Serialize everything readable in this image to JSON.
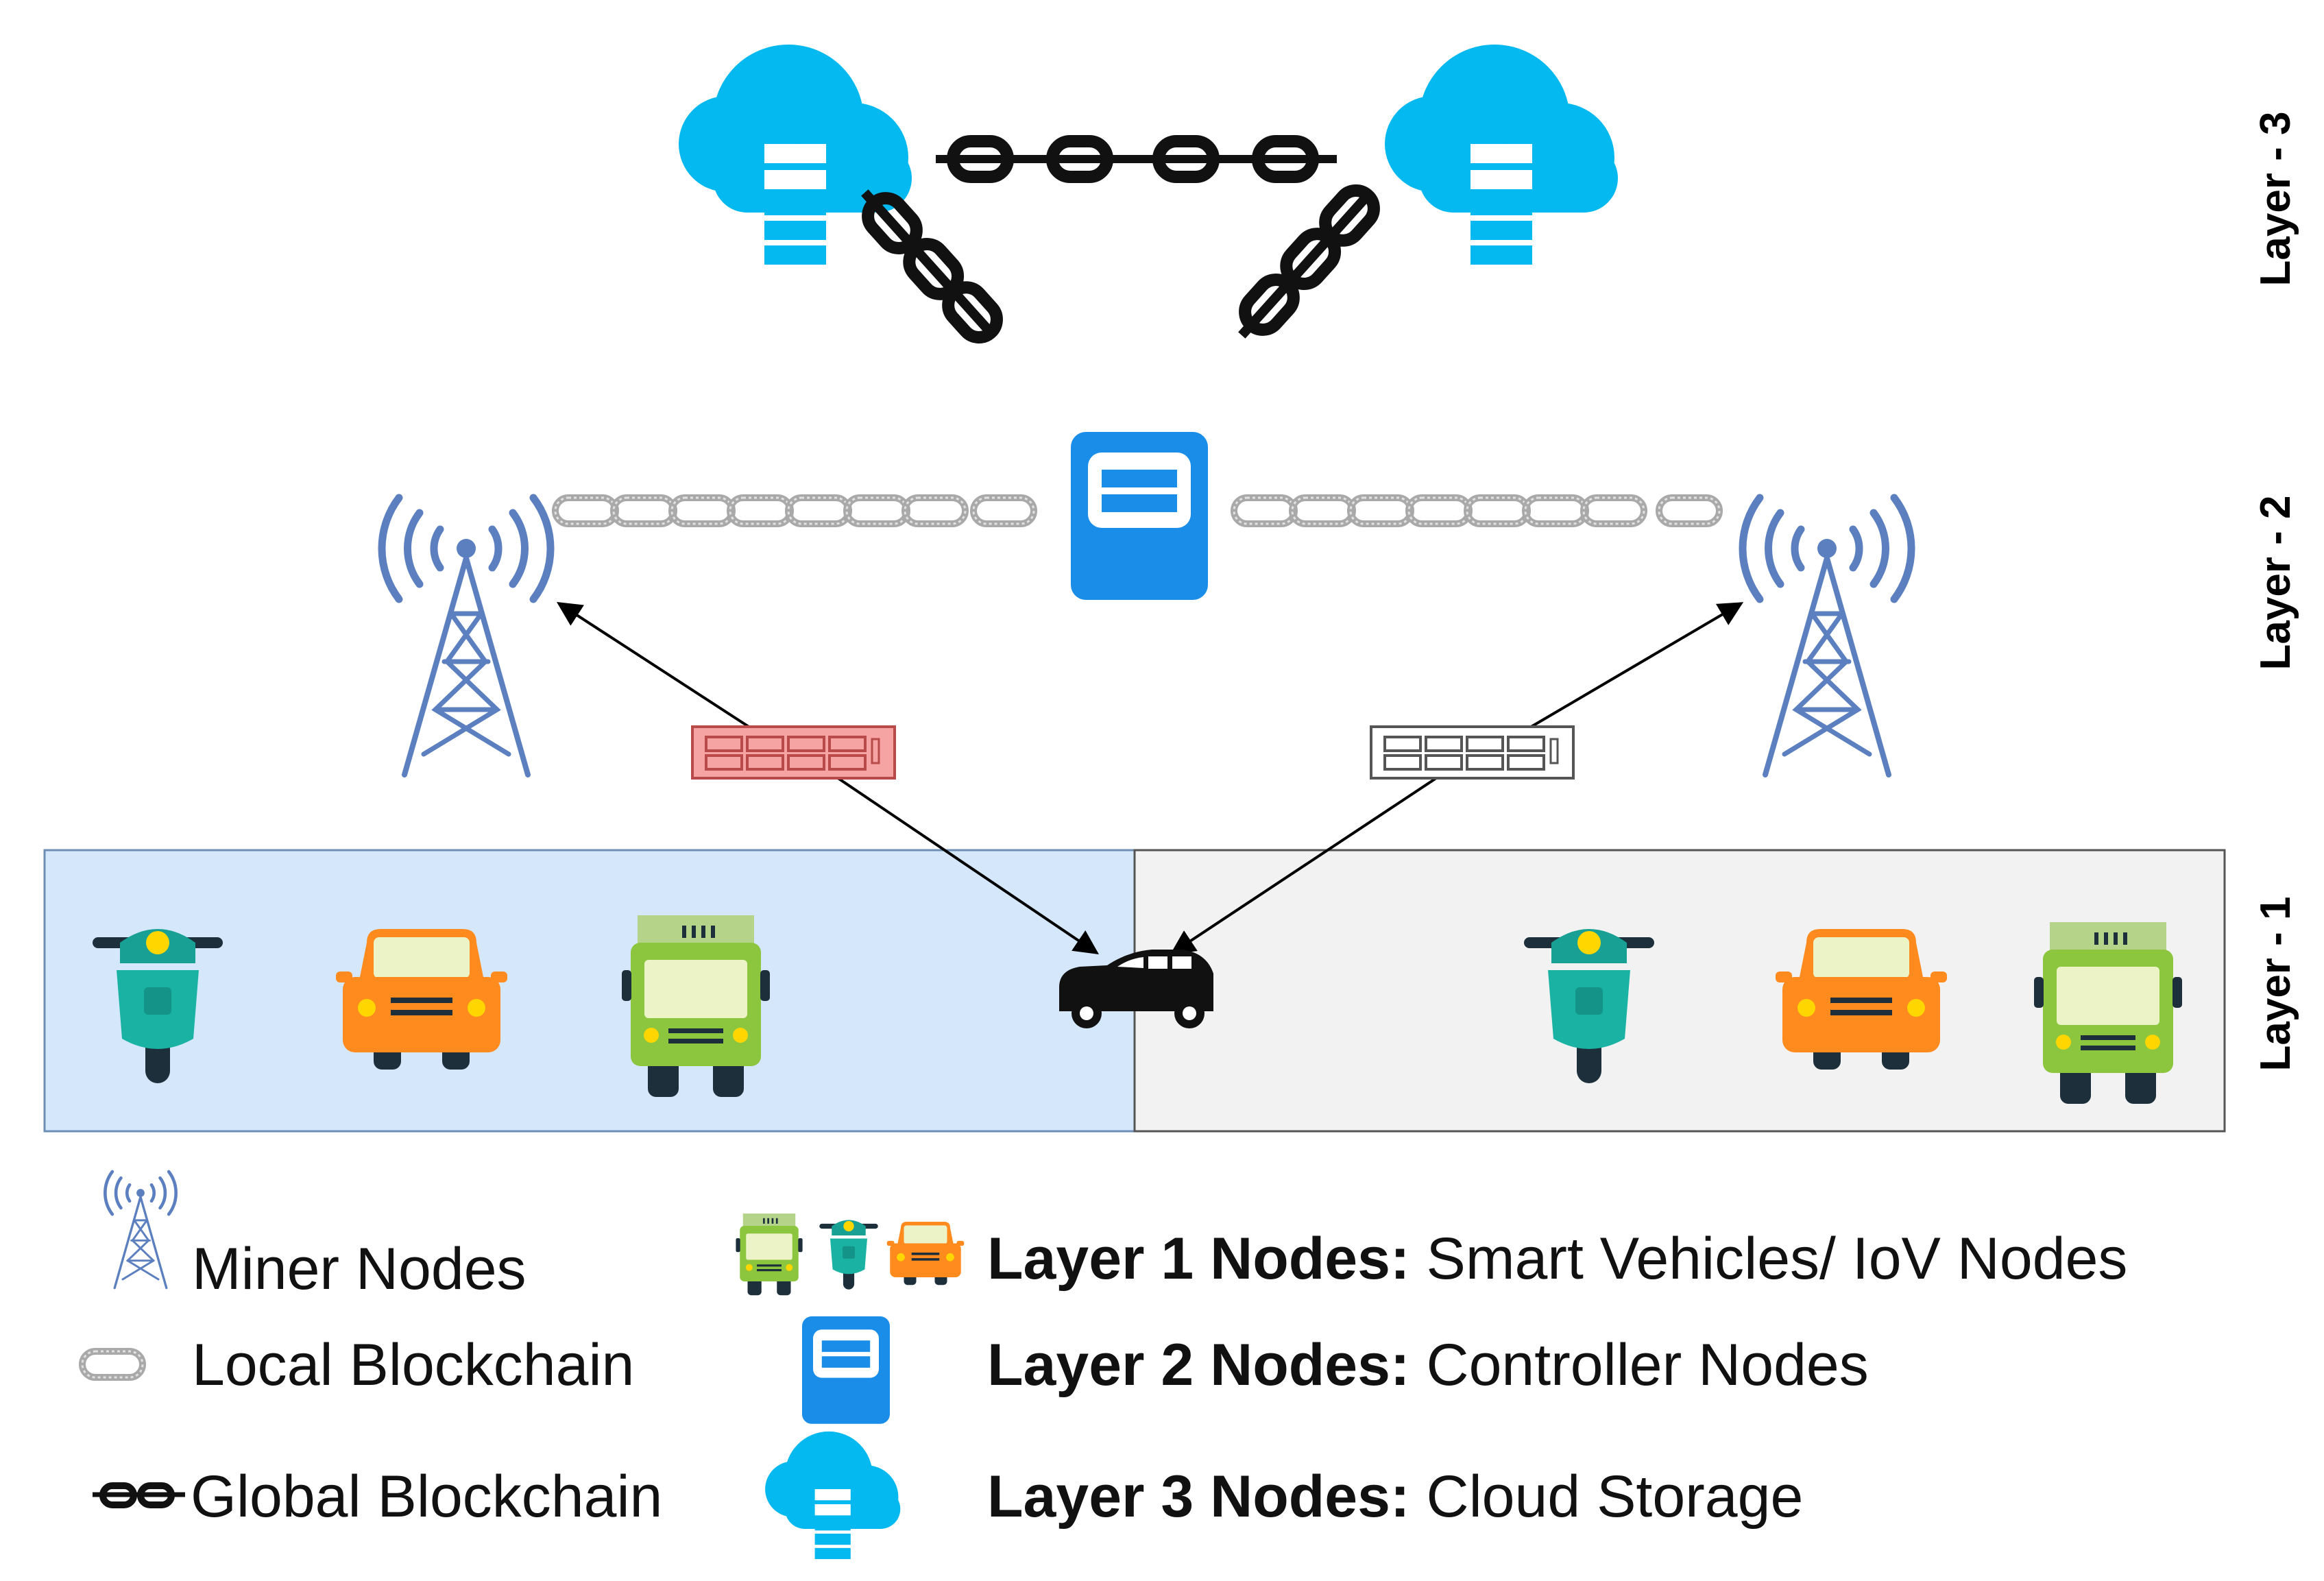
{
  "layers": {
    "layer3": "Layer - 3",
    "layer2": "Layer - 2",
    "layer1": "Layer - 1"
  },
  "legend": {
    "miner": "Miner Nodes",
    "local": "Local Blockchain",
    "global": "Global Blockchain",
    "l1_bold": "Layer 1 Nodes:",
    "l1_text": " Smart Vehicles/ IoV Nodes",
    "l2_bold": "Layer 2 Nodes:",
    "l2_text": " Controller Nodes",
    "l3_bold": "Layer 3 Nodes:",
    "l3_text": " Cloud Storage"
  },
  "colors": {
    "cloud": "#03b9ef",
    "controller": "#1a8de8",
    "tower": "#5b7fbf",
    "zone_left": "#d4e7fb",
    "zone_right": "#f2f2f2",
    "block_red": "#f5a3a3",
    "scooter": "#1aa89a",
    "car_orange": "#ff8a1e",
    "truck_green": "#8cc63f"
  },
  "icons": [
    "cloud-storage-icon",
    "controller-node-icon",
    "miner-tower-icon",
    "scooter-icon",
    "car-icon",
    "truck-icon",
    "black-car-icon",
    "block-icon",
    "chain-icon"
  ]
}
